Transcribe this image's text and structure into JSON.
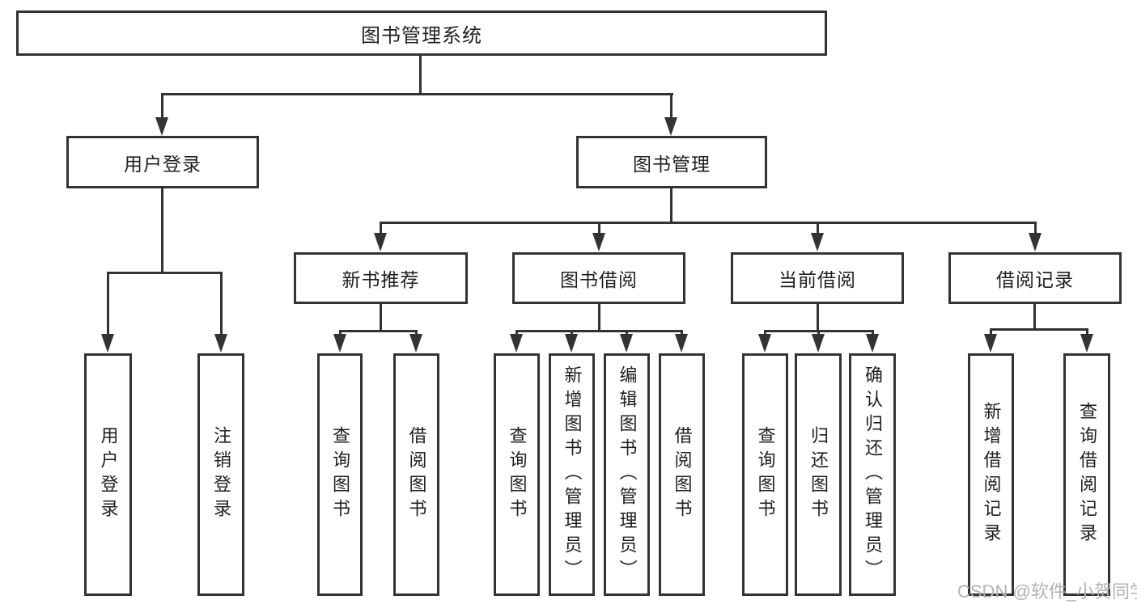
{
  "diagram": {
    "root": {
      "label": "图书管理系统"
    },
    "branches": [
      {
        "label": "用户登录",
        "children": [
          {
            "label": "用户登录"
          },
          {
            "label": "注销登录"
          }
        ]
      },
      {
        "label": "图书管理",
        "children": [
          {
            "label": "新书推荐",
            "children": [
              {
                "label": "查询图书"
              },
              {
                "label": "借阅图书"
              }
            ]
          },
          {
            "label": "图书借阅",
            "children": [
              {
                "label": "查询图书"
              },
              {
                "label": "新增图书（管理员）"
              },
              {
                "label": "编辑图书（管理员）"
              },
              {
                "label": "借阅图书"
              }
            ]
          },
          {
            "label": "当前借阅",
            "children": [
              {
                "label": "查询图书"
              },
              {
                "label": "归还图书"
              },
              {
                "label": "确认归还（管理员）"
              }
            ]
          },
          {
            "label": "借阅记录",
            "children": [
              {
                "label": "新增借阅记录"
              },
              {
                "label": "查询借阅记录"
              }
            ]
          }
        ]
      }
    ]
  },
  "watermark": {
    "text": "CSDN @软件_小贺同学"
  },
  "colors": {
    "line": "#333333",
    "text": "#1f1f1f",
    "watermark": "#b3b3b3",
    "background": "#ffffff"
  }
}
